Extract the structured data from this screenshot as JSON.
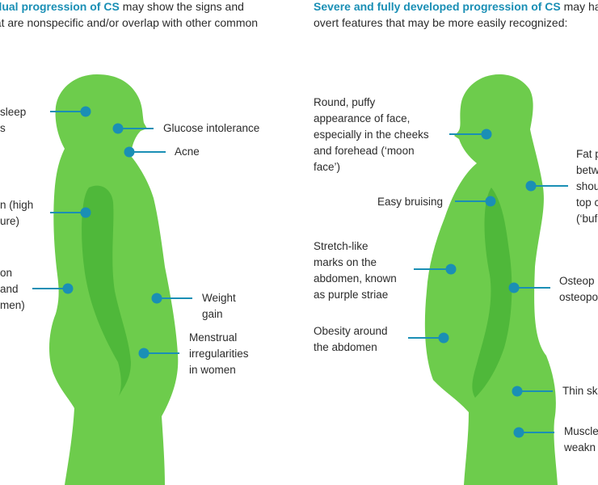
{
  "colors": {
    "body": "#6dcc4c",
    "inner": "#4fb83a",
    "accent": "#1a8fb5",
    "line": "#1a8fb5",
    "text": "#2b2b2b"
  },
  "left_panel": {
    "intro_highlight": "adual progression of CS",
    "intro_rest": " may show the signs and",
    "intro_line2": "hat are nonspecific and/or overlap with other common",
    "labels": {
      "sleep": [
        "sleep",
        "s"
      ],
      "glucose": [
        "Glucose intolerance"
      ],
      "acne": [
        "Acne"
      ],
      "hypertension": [
        "n (high",
        "ure)"
      ],
      "abdomen": [
        "on",
        "and",
        "men)"
      ],
      "weight": [
        "Weight",
        "gain"
      ],
      "menstrual": [
        "Menstrual",
        "irregularities",
        "in women"
      ]
    }
  },
  "right_panel": {
    "intro_highlight": "Severe and fully developed progression of CS",
    "intro_rest": " may have",
    "intro_line2": "overt features that may be more easily recognized:",
    "labels": {
      "moon_face": [
        "Round, puffy",
        "appearance of face,",
        "especially in the cheeks",
        "and forehead (‘moon",
        "face’)"
      ],
      "buffalo": [
        "Fat p",
        "betw",
        "shou",
        "top c",
        "(‘buf"
      ],
      "bruising": [
        "Easy bruising"
      ],
      "striae": [
        "Stretch-like",
        "marks on the",
        "abdomen, known",
        "as purple striae"
      ],
      "osteo": [
        "Osteop",
        "osteopo"
      ],
      "obesity": [
        "Obesity around",
        "the abdomen"
      ],
      "thin_skin": [
        "Thin sk"
      ],
      "muscle": [
        "Muscle",
        "weakn"
      ]
    }
  }
}
